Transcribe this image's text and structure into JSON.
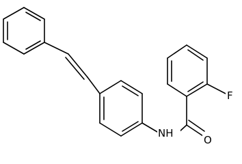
{
  "structure": {
    "atom_labels": {
      "fluorine": "F",
      "oxygen": "O",
      "nitrogen_hydrogen": "NH"
    },
    "colors": {
      "bond": "#000000",
      "background": "#ffffff"
    }
  }
}
